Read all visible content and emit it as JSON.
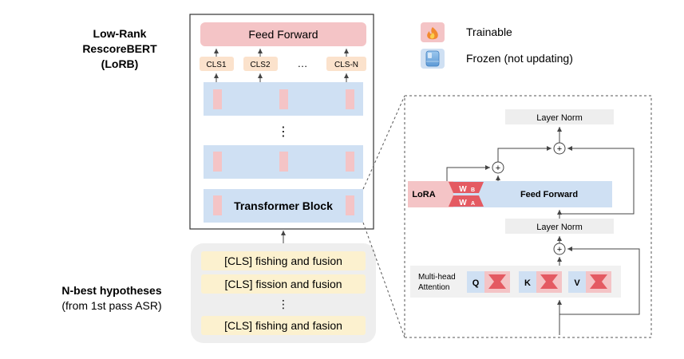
{
  "title": {
    "line1": "Low-Rank",
    "line2": "RescoreBERT",
    "line3": "(LoRB)"
  },
  "legend": {
    "trainable": "Trainable",
    "frozen": "Frozen (not updating)"
  },
  "main_model": {
    "feed_forward": "Feed Forward",
    "cls_tokens": [
      "CLS1",
      "CLS2",
      "…",
      "CLS-N"
    ],
    "vertical_ellipsis": "⋮",
    "transformer_block": "Transformer Block"
  },
  "nbest": {
    "label_line1": "N-best hypotheses",
    "label_line2": "(from 1st pass ASR)",
    "hypotheses": [
      "[CLS] fishing and fusion",
      "[CLS] fission and fusion",
      "[CLS] fishing and fasion"
    ],
    "ellipsis": "⋮"
  },
  "detail": {
    "layer_norm_top": "Layer Norm",
    "layer_norm_mid": "Layer Norm",
    "lora": "LoRA",
    "wb": "W",
    "wb_sub": "B",
    "wa": "W",
    "wa_sub": "A",
    "feed_forward": "Feed Forward",
    "plus": "+",
    "mha_line1": "Multi-head",
    "mha_line2": "Attention",
    "q": "Q",
    "k": "K",
    "v": "V"
  },
  "colors": {
    "trainable": "#f4c4c6",
    "trainable_strong": "#e8878f",
    "frozen": "#cfe0f3",
    "cls": "#fbe2cc",
    "hypothesis": "#fcf1cf",
    "nbest_bg": "#eeeeee",
    "layer_norm": "#eeeeee",
    "lora_red": "#e45a62"
  }
}
